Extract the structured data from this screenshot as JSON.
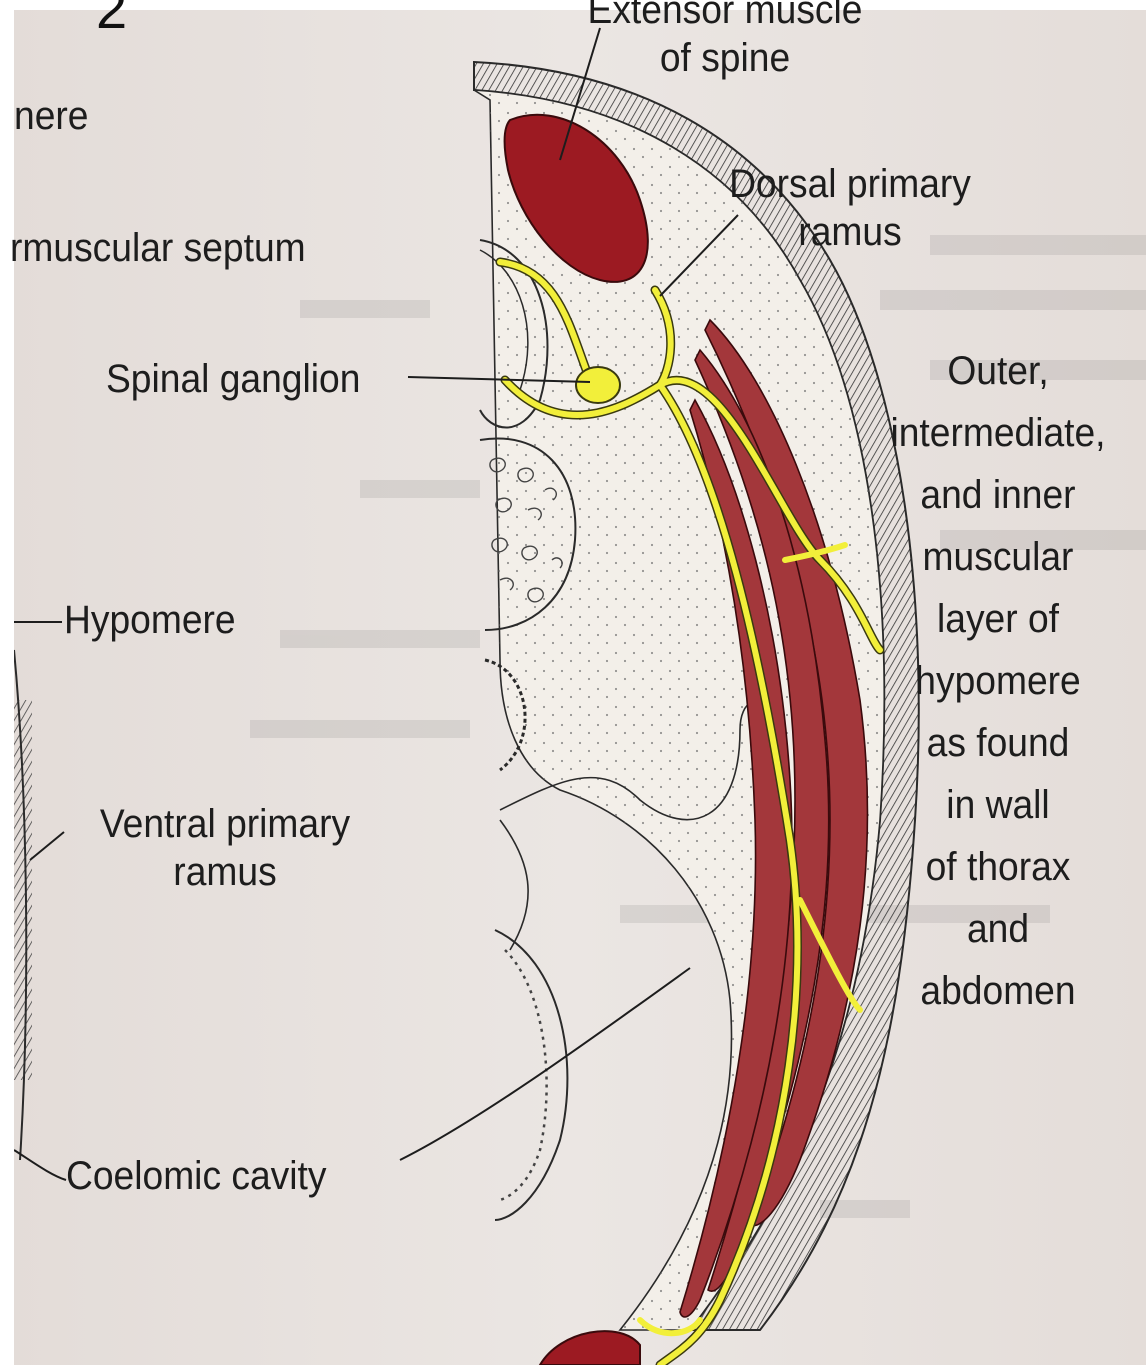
{
  "figure": {
    "corner_number": "2",
    "colors": {
      "paper": "#e6e0dc",
      "muscle": "#9c1a22",
      "muscle_strip": "#a3373b",
      "nerve": "#f2ef3a",
      "outline": "#2a2a2a"
    },
    "labels": {
      "extensor_muscle": {
        "line1": "Extensor muscle",
        "line2": "of spine"
      },
      "dorsal_ramus": {
        "line1": "Dorsal primary",
        "line2": "ramus"
      },
      "epimere_fragment": "nere",
      "septum_fragment": "rmuscular septum",
      "spinal_ganglion": "Spinal ganglion",
      "outer_layers": {
        "lines": [
          "Outer,",
          "intermediate,",
          "and inner",
          "muscular",
          "layer of",
          "hypomere",
          "as found",
          "in wall",
          "of thorax",
          "and",
          "abdomen"
        ]
      },
      "hypomere": "Hypomere",
      "ventral_ramus": {
        "line1": "Ventral primary",
        "line2": "ramus"
      },
      "coelomic_cavity": "Coelomic cavity"
    }
  }
}
